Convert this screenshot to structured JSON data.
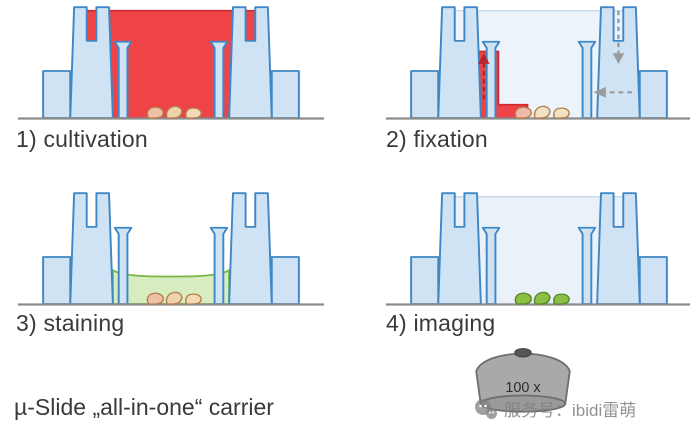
{
  "panels": [
    {
      "label": "1) cultivation",
      "liquid_color": "#ee4448",
      "cell_color": "#f0c9a8"
    },
    {
      "label": "2) fixation",
      "liquid_color": "#ee4448",
      "cell_color": "#f2e2c4"
    },
    {
      "label": "3) staining",
      "liquid_color": "#d8edbf",
      "cell_color": "#eed3ad"
    },
    {
      "label": "4) imaging",
      "liquid_color": "#eaf1f9",
      "cell_color": "#8cc044"
    }
  ],
  "caption": "µ-Slide „all-in-one“ carrier",
  "objective_label": "100 x",
  "watermark_text": "服务号：ibidi雷萌",
  "colors": {
    "carrier_fill": "#cfe3f5",
    "carrier_stroke": "#3f87c5",
    "medium_red": "#ee4448",
    "medium_red_stroke": "#d12b30",
    "stain_green": "#d8edbf",
    "stain_green_stroke": "#79b743",
    "buffer_pale": "#edf3fa",
    "cells_tan_stroke": "#b5804e",
    "cells_green": "#8cc044",
    "cells_green_stroke": "#55892b",
    "ground_line": "#8c8c8c",
    "arrow_red": "#b5272c",
    "arrow_gray": "#9b9b9b",
    "objective_gray": "#a9a9a9"
  }
}
